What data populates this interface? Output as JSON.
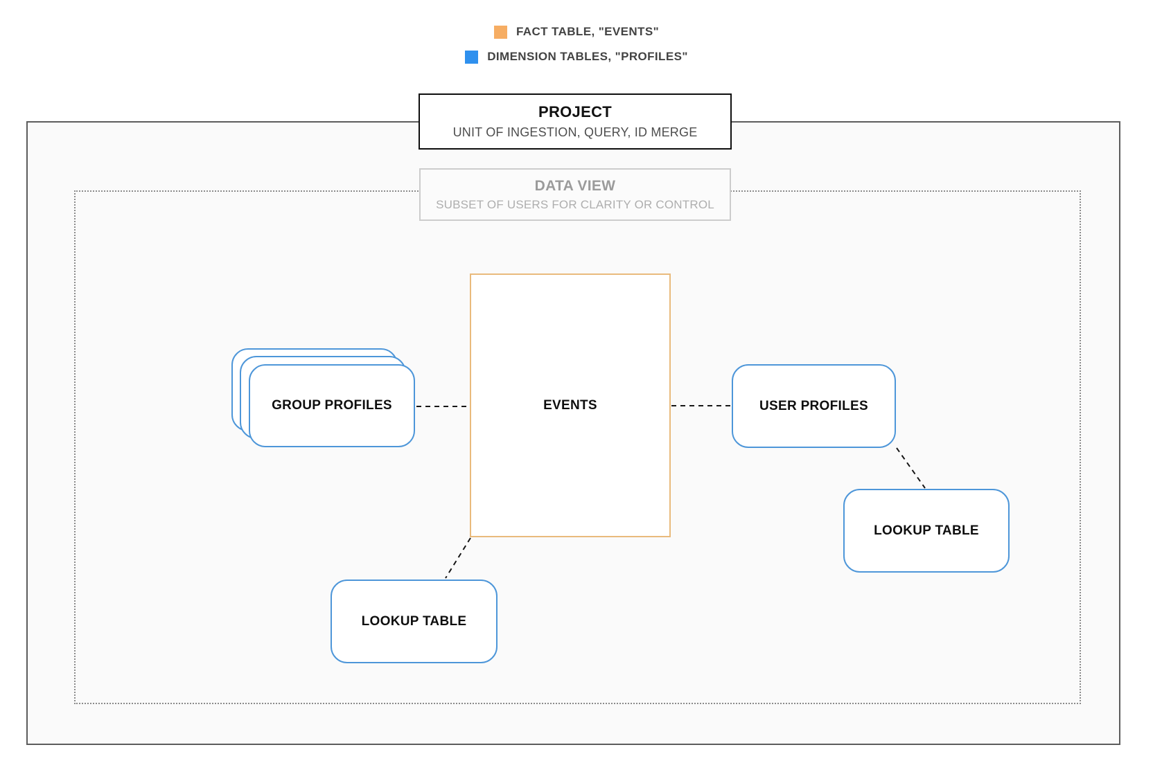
{
  "legend": {
    "items": [
      {
        "id": "fact",
        "label": "FACT TABLE, \"EVENTS\"",
        "color": "#f6ad63"
      },
      {
        "id": "dimension",
        "label": "DIMENSION TABLES, \"PROFILES\"",
        "color": "#2f90ee"
      }
    ]
  },
  "project_box": {
    "title": "PROJECT",
    "subtitle": "UNIT OF INGESTION, QUERY, ID MERGE"
  },
  "dataview_box": {
    "title": "DATA VIEW",
    "subtitle": "SUBSET OF USERS FOR CLARITY OR CONTROL"
  },
  "nodes": {
    "events": {
      "label": "EVENTS",
      "type": "fact"
    },
    "group_profiles": {
      "label": "GROUP PROFILES",
      "type": "dimension"
    },
    "user_profiles": {
      "label": "USER PROFILES",
      "type": "dimension"
    },
    "lookup_table_bottom": {
      "label": "LOOKUP TABLE",
      "type": "dimension"
    },
    "lookup_table_right": {
      "label": "LOOKUP TABLE",
      "type": "dimension"
    }
  },
  "connections": [
    {
      "from": "group_profiles",
      "to": "events",
      "style": "dashed"
    },
    {
      "from": "events",
      "to": "user_profiles",
      "style": "dashed"
    },
    {
      "from": "user_profiles",
      "to": "lookup_table_right",
      "style": "dashed"
    },
    {
      "from": "events",
      "to": "lookup_table_bottom",
      "style": "dashed"
    }
  ],
  "colors": {
    "fact_swatch": "#f6ad63",
    "dimension_swatch": "#2f90ee",
    "fact_border": "#e9ba7c",
    "dimension_border": "#4d96d9",
    "project_border": "#0d0d0d",
    "boundary_border": "#5c5c5c",
    "dotted_border": "#8a8a8a",
    "boundary_fill": "#fafafa"
  }
}
